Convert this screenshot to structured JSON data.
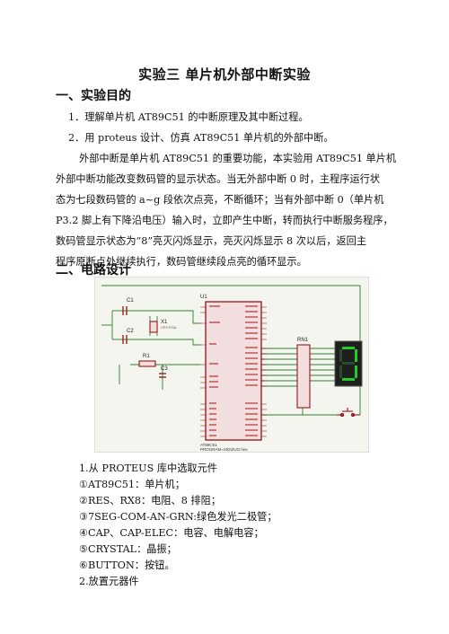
{
  "title": "实验三    单片机外部中断实验",
  "sections": [
    {
      "heading": "一、实验目的"
    },
    {
      "heading": "二、电路设计"
    }
  ],
  "objectives": [
    "1．理解单片机 AT89C51 的中断原理及其中断过程。",
    "2．用 proteus 设计、仿真 AT89C51 单片机的外部中断。"
  ],
  "paragraph_lines": [
    "外部中断是单片机 AT89C51 的重要功能，本实验用 AT89C51 单片机",
    "外部中断功能改变数码管的显示状态。当无外部中断 0 时，主程序运行状",
    "态为七段数码管的 a~g 段依次点亮，不断循环；当有外部中断 0（单片机",
    "P3.2 脚上有下降沿电压）输入时，立即产生中断，转而执行中断服务程序，",
    "数码管显示状态为“8”亮灭闪烁显示，亮灭闪烁显示 8 次以后，返回主",
    "程序原断点处继续执行，数码管继续段点亮的循环显示。"
  ],
  "circuit": {
    "labels": {
      "c1": "C1",
      "c2": "C2",
      "x1": "X1",
      "crystal": "CRYSTAL",
      "r1": "R1",
      "c3": "C3",
      "u1": "U1",
      "rn1": "RN1",
      "chip_part": "AT89C51",
      "chip_prog": "PROGRAM=XIDIZUO.hex"
    },
    "colors": {
      "wire": "#2f7d2f",
      "component": "#8b0000",
      "chip_fill": "#f2dede",
      "digit_on": "#22cc22",
      "background": "#f5f5f0"
    }
  },
  "steps": [
    "1.从 PROTEUS 库中选取元件",
    "①AT89C51：单片机；",
    "②RES、RX8：电阻、8 排阻；",
    "③7SEG-COM-AN-GRN:绿色发光二极管；",
    "④CAP、CAP-ELEC：电容、电解电容；",
    "⑤CRYSTAL：晶振；",
    "⑥BUTTON：按钮。",
    "2.放置元器件"
  ]
}
